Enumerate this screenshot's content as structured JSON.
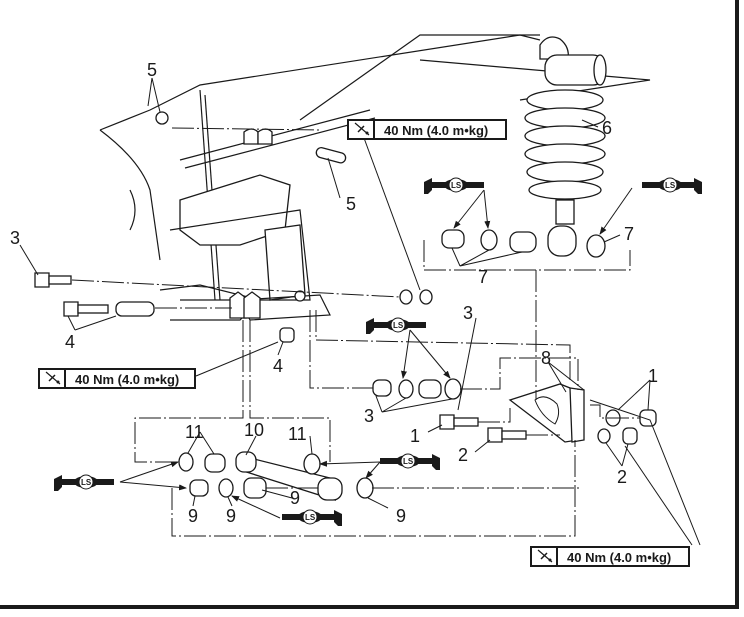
{
  "figure": {
    "title": "Rear suspension linkage exploded view",
    "colors": {
      "ink": "#1a1a1a",
      "paper": "#ffffff"
    }
  },
  "torque_spec": {
    "icon": "torque-wrench-icon",
    "value": "40 Nm (4.0 m•kg)"
  },
  "torque_boxes": [
    {
      "id": "torque-top",
      "text": "40 Nm (4.0 m•kg)"
    },
    {
      "id": "torque-left",
      "text": "40 Nm (4.0 m•kg)"
    },
    {
      "id": "torque-bottom-right",
      "text": "40 Nm (4.0 m•kg)"
    }
  ],
  "lubricant": {
    "icon": "grease-gun-icon",
    "label": "LS"
  },
  "callouts": {
    "c1a": "1",
    "c1b": "1",
    "c2a": "2",
    "c2b": "2",
    "c3a": "3",
    "c3b": "3",
    "c3c": "3",
    "c4a": "4",
    "c4b": "4",
    "c5a": "5",
    "c5b": "5",
    "c6": "6",
    "c7a": "7",
    "c7b": "7",
    "c8": "8",
    "c9a": "9",
    "c9b": "9",
    "c9c": "9",
    "c9d": "9",
    "c10": "10",
    "c11a": "11",
    "c11b": "11"
  }
}
